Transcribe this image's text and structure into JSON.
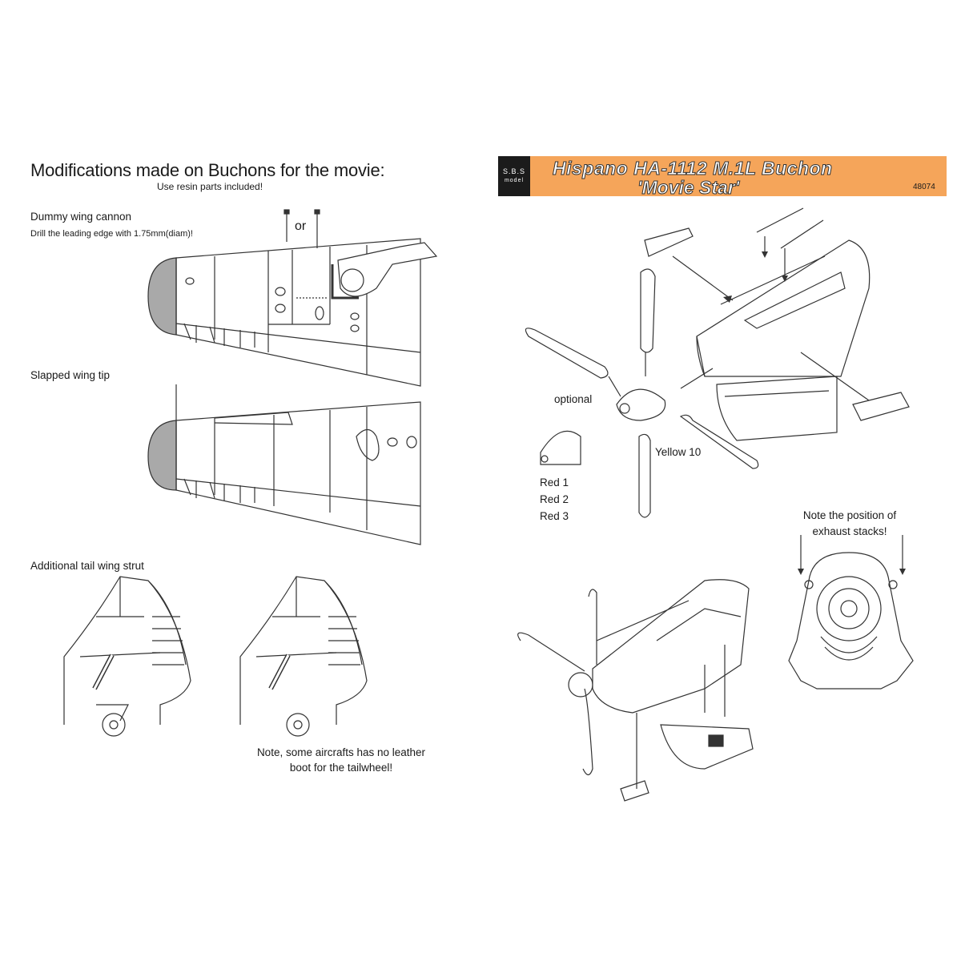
{
  "left": {
    "title": "Modifications made on Buchons for the movie:",
    "subtitle": "Use resin parts included!",
    "cannon_label": "Dummy wing cannon",
    "cannon_note": "Drill the leading edge with 1.75mm(diam)!",
    "or_label": "or",
    "wingtip_label": "Slapped wing tip",
    "strut_label": "Additional tail wing strut",
    "note_line1": "Note, some aircrafts has no leather",
    "note_line2": "boot for the tailwheel!"
  },
  "right": {
    "logo_line1": "S.B.S",
    "logo_line2": "model",
    "title_line1": "Hispano HA-1112 M.1L Buchon",
    "title_line2": "'Movie Star'",
    "code": "48074",
    "optional_label": "optional",
    "yellow_label": "Yellow 10",
    "red_labels": [
      "Red 1",
      "Red 2",
      "Red 3"
    ],
    "exhaust_note_line1": "Note the position of",
    "exhaust_note_line2": "exhaust stacks!"
  },
  "colors": {
    "banner": "#f5a55a",
    "logo_bg": "#1b1b1b",
    "wing_tip_fill": "#a9a9a9",
    "line": "#333333"
  }
}
